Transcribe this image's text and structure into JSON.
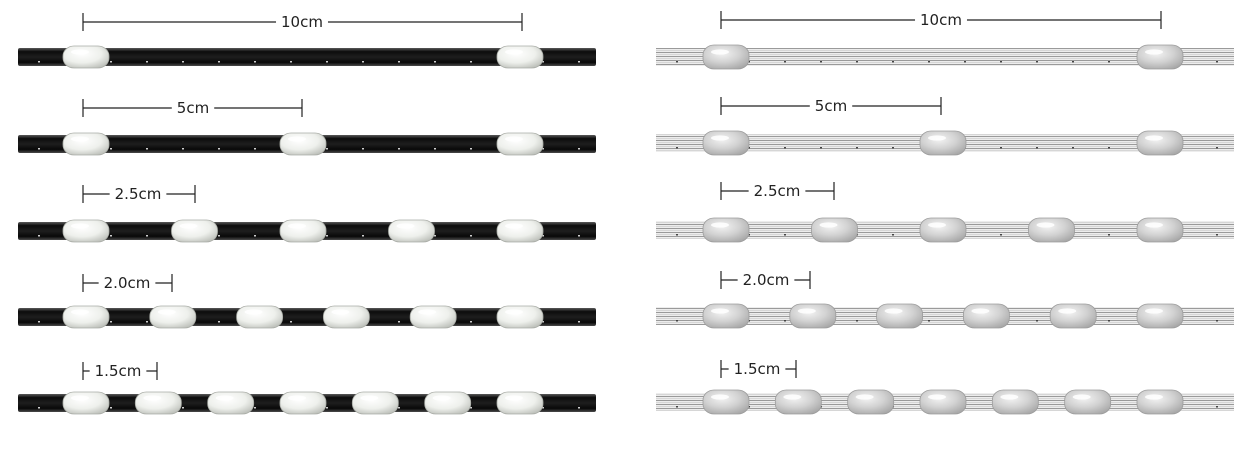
{
  "colors": {
    "black_cable": "#141414",
    "white_cable": "#e4e4e4",
    "bead_black_set": "#f1f2f0",
    "bead_white_set": "#d4d4d4",
    "dimension_line": "#222222"
  },
  "panels": [
    {
      "variant": "black",
      "rows": [
        {
          "label": "10cm",
          "bead_count": 2
        },
        {
          "label": "5cm",
          "bead_count": 3
        },
        {
          "label": "2.5cm",
          "bead_count": 5
        },
        {
          "label": "2.0cm",
          "bead_count": 6
        },
        {
          "label": "1.5cm",
          "bead_count": 7
        }
      ]
    },
    {
      "variant": "white",
      "rows": [
        {
          "label": "10cm",
          "bead_count": 2
        },
        {
          "label": "5cm",
          "bead_count": 3
        },
        {
          "label": "2.5cm",
          "bead_count": 5
        },
        {
          "label": "2.0cm",
          "bead_count": 6
        },
        {
          "label": "1.5cm",
          "bead_count": 7
        }
      ]
    }
  ]
}
